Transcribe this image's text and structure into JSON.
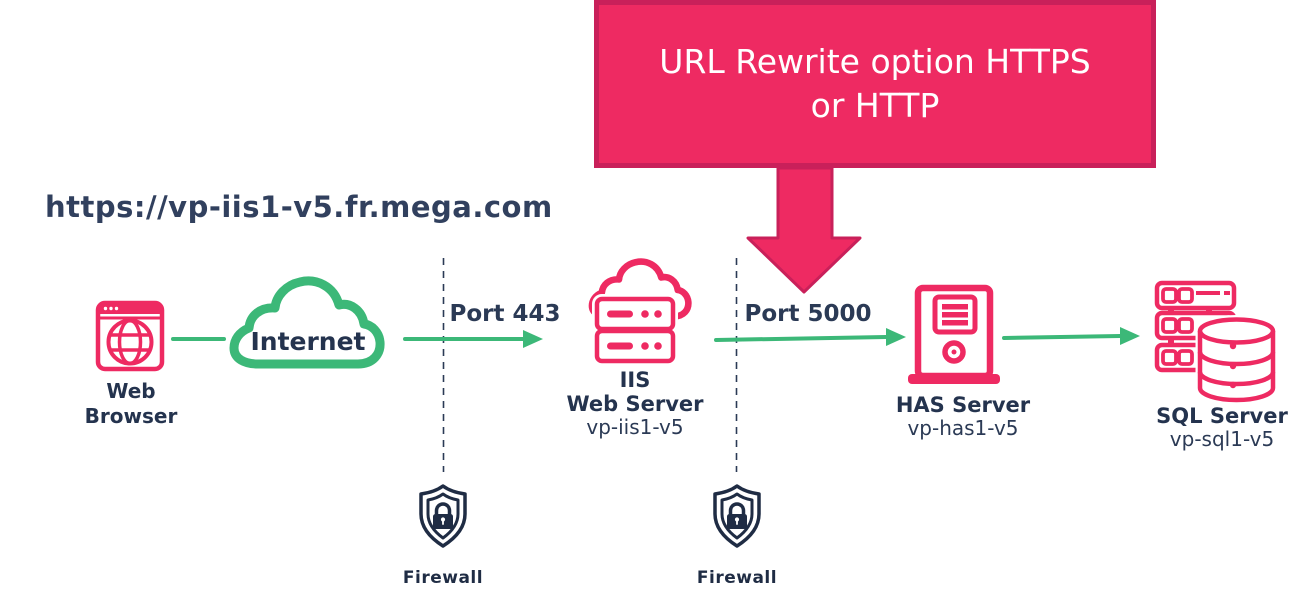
{
  "banner": {
    "line1": "URL Rewrite option HTTPS",
    "line2": "or HTTP"
  },
  "url_label": "https://vp-iis1-v5.fr.mega.com",
  "nodes": [
    {
      "id": "web-browser",
      "label": "Web Browser"
    },
    {
      "id": "internet",
      "label": "Internet"
    },
    {
      "id": "iis",
      "title": "IIS",
      "subtitle": "Web Server",
      "hostname": "vp-iis1-v5"
    },
    {
      "id": "has",
      "label": "HAS Server",
      "hostname": "vp-has1-v5"
    },
    {
      "id": "sql",
      "label": "SQL Server",
      "hostname": "vp-sql1-v5"
    }
  ],
  "connections": [
    {
      "from": "internet",
      "to": "iis",
      "label": "Port 443"
    },
    {
      "from": "iis",
      "to": "has",
      "label": "Port 5000"
    }
  ],
  "firewalls": [
    {
      "label": "Firewall"
    },
    {
      "label": "Firewall"
    }
  ],
  "colors": {
    "accent_pink": "#ee2a62",
    "accent_pink_dark": "#c9205a",
    "accent_green": "#3cb878",
    "text_navy": "#24334e"
  }
}
